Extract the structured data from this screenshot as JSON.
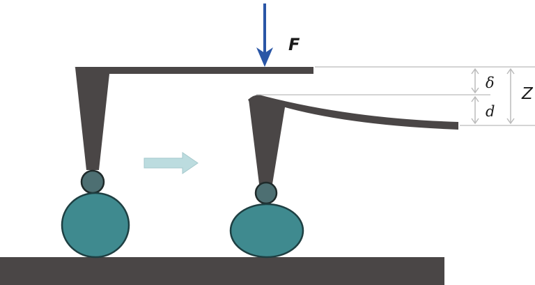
{
  "labels": {
    "force": "F",
    "delta": "δ",
    "d": "d",
    "z": "Z"
  },
  "colors": {
    "probe": "#4a4646",
    "sphere": "#3f8a8f",
    "sphere_edge": "#1e3f42",
    "small_sphere": "#4d6f72",
    "force_arrow": "#2a56a6",
    "motion_arrow": "#bcdcdf",
    "dimension": "#bbbbbb"
  }
}
